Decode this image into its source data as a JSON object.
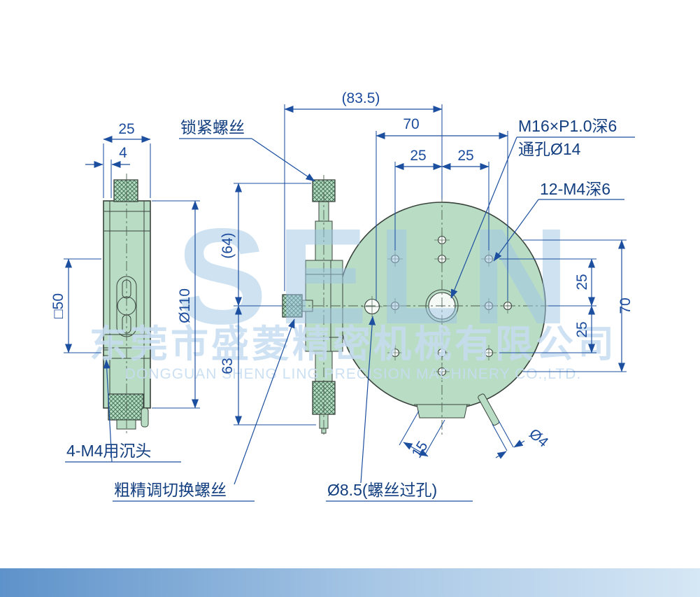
{
  "watermark": {
    "logo": "SELN",
    "company_cn": "东莞市盛菱精密机械有限公司",
    "company_en": "DONGGUAN SHENG LING PRECISION MACHINERY CO.,LTD."
  },
  "labels": {
    "lock_screw": "锁紧螺丝",
    "countersunk_holes": "4-M4用沉头",
    "coarse_fine_switch": "粗精调切换螺丝",
    "clearance_hole": "Ø8.5(螺丝过孔)",
    "center_thread": "M16×P1.0深6",
    "center_through_hole": "通孔Ø14",
    "mount_holes": "12-M4深6"
  },
  "dims": {
    "side_width": "25",
    "flange_thickness": "4",
    "overall_width": "(83.5)",
    "hole_span_horizontal": "70",
    "hole_pitch_left": "25",
    "hole_pitch_right": "25",
    "height_above_center": "(64)",
    "height_below_center": "63",
    "square_pattern": "□50",
    "stage_diameter": "Ø110",
    "hole_pitch_upper": "25",
    "hole_pitch_lower": "25",
    "hole_span_vertical": "70",
    "handle_offset": "15",
    "handle_diameter": "Ø4"
  },
  "colors": {
    "body_green": "#b9dcc5",
    "dimension_blue": "#1c4f9f",
    "watermark_blue": "#a5cbe8",
    "footer_start": "#5e92ca",
    "footer_end": "#d6e7f5"
  }
}
